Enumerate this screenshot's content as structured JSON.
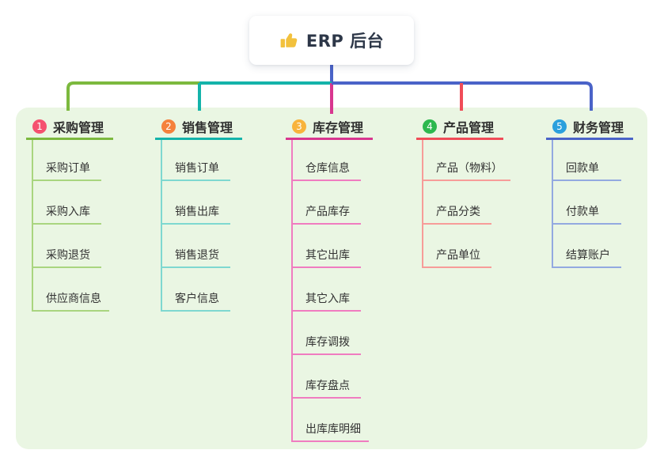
{
  "root": {
    "title": "ERP 后台",
    "icon": "thumbs-up-icon",
    "icon_color": "#f2c13d"
  },
  "canvas": {
    "background": "#ffffff",
    "panel_background": "#eaf6e3"
  },
  "connector": {
    "stem_color": "#4a63c8"
  },
  "branches": [
    {
      "index": "1",
      "title": "采购管理",
      "badge_color": "#f5516f",
      "line_color": "#7cb93e",
      "child_line_color": "#a9d57f",
      "children": [
        "采购订单",
        "采购入库",
        "采购退货",
        "供应商信息"
      ]
    },
    {
      "index": "2",
      "title": "销售管理",
      "badge_color": "#f5813c",
      "line_color": "#14b3aa",
      "child_line_color": "#7ed8d0",
      "children": [
        "销售订单",
        "销售出库",
        "销售退货",
        "客户信息"
      ]
    },
    {
      "index": "3",
      "title": "库存管理",
      "badge_color": "#f8b33c",
      "line_color": "#d8368f",
      "child_line_color": "#f07cc0",
      "children": [
        "仓库信息",
        "产品库存",
        "其它出库",
        "其它入库",
        "库存调拨",
        "库存盘点",
        "出库库明细"
      ]
    },
    {
      "index": "4",
      "title": "产品管理",
      "badge_color": "#2db84e",
      "line_color": "#f04c58",
      "child_line_color": "#f79c99",
      "children": [
        "产品（物料）",
        "产品分类",
        "产品单位"
      ]
    },
    {
      "index": "5",
      "title": "财务管理",
      "badge_color": "#2ba0dd",
      "line_color": "#4a63c8",
      "child_line_color": "#93a9e0",
      "children": [
        "回款单",
        "付款单",
        "结算账户"
      ]
    }
  ]
}
